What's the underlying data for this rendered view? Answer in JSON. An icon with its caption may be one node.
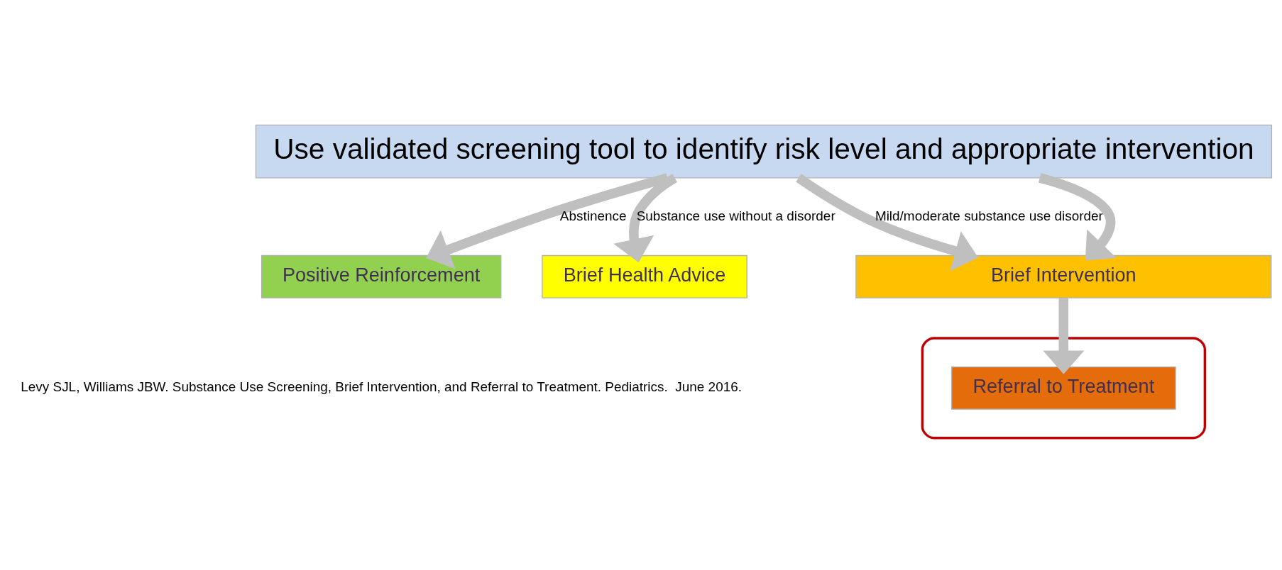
{
  "diagram": {
    "nodes": [
      {
        "text": [
          "Use validated screening tool to identify risk level and appropriate intervention"
        ]
      },
      {
        "text": [
          "Positive Reinforcement"
        ]
      },
      {
        "text": [
          "Brief Health Advice"
        ]
      },
      {
        "text": [
          "Brief Intervention"
        ]
      },
      {
        "text": [],
        "shape": "box"
      },
      {
        "text": [
          "Referral to Treatment"
        ],
        "in": 4
      }
    ],
    "edges": [
      {
        "from": 0,
        "to": 1,
        "arrow": "to",
        "label": "Abstinence"
      },
      {
        "from": 0,
        "to": 2,
        "arrow": "to",
        "label": "Substance use without a disorder"
      },
      {
        "from": 0,
        "to": 3,
        "arrow": "to",
        "label": "Mild/moderate substance use disorder"
      },
      {
        "from": 0,
        "to": 3,
        "arrow": "to"
      },
      {
        "from": 3,
        "to": 5,
        "arrow": "to"
      }
    ],
    "labels": [
      "Levy SJL, Williams JBW. Substance Use Screening, Brief Intervention, and Referral to Treatment. Pediatrics.  June 2016."
    ]
  }
}
